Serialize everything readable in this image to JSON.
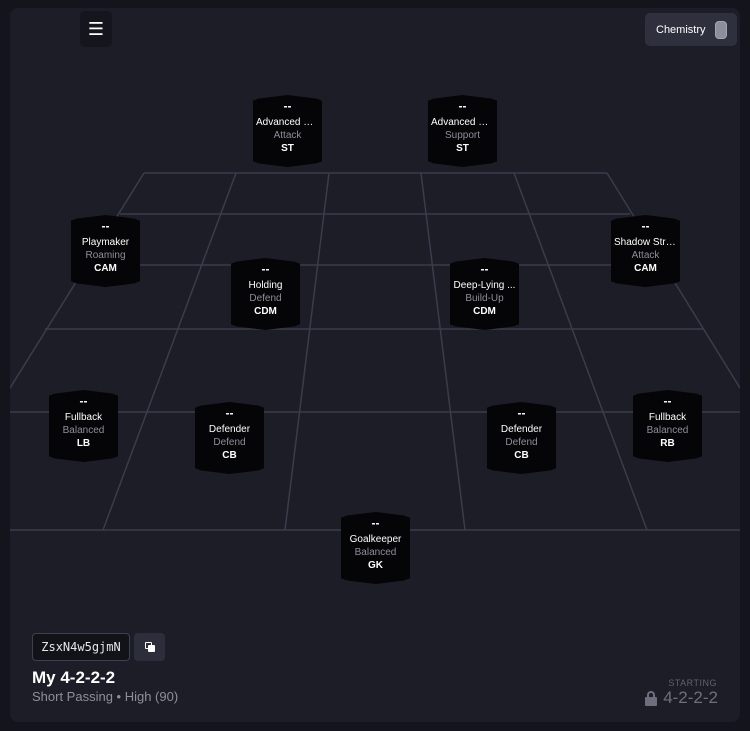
{
  "header": {
    "menu_icon": "hamburger-menu-icon",
    "chemistry_label": "Chemistry",
    "chemistry_toggle_icon": "toggle-switch-icon"
  },
  "players": [
    {
      "rating": "--",
      "role": "Advanced Fo...",
      "duty": "Attack",
      "pos": "ST"
    },
    {
      "rating": "--",
      "role": "Advanced Fo...",
      "duty": "Support",
      "pos": "ST"
    },
    {
      "rating": "--",
      "role": "Playmaker",
      "duty": "Roaming",
      "pos": "CAM"
    },
    {
      "rating": "--",
      "role": "Shadow Strik...",
      "duty": "Attack",
      "pos": "CAM"
    },
    {
      "rating": "--",
      "role": "Holding",
      "duty": "Defend",
      "pos": "CDM"
    },
    {
      "rating": "--",
      "role": "Deep-Lying ...",
      "duty": "Build-Up",
      "pos": "CDM"
    },
    {
      "rating": "--",
      "role": "Fullback",
      "duty": "Balanced",
      "pos": "LB"
    },
    {
      "rating": "--",
      "role": "Defender",
      "duty": "Defend",
      "pos": "CB"
    },
    {
      "rating": "--",
      "role": "Defender",
      "duty": "Defend",
      "pos": "CB"
    },
    {
      "rating": "--",
      "role": "Fullback",
      "duty": "Balanced",
      "pos": "RB"
    },
    {
      "rating": "--",
      "role": "Goalkeeper",
      "duty": "Balanced",
      "pos": "GK"
    }
  ],
  "footer": {
    "share_code": "ZsxN4w5gjmN",
    "copy_icon": "copy-icon",
    "formation_title": "My 4-2-2-2",
    "formation_subtitle": "Short Passing • High (90)",
    "starting_label": "STARTING",
    "starting_formation": "4-2-2-2",
    "lock_icon": "lock-icon"
  },
  "colors": {
    "background": "#1c1d27",
    "card": "#050507",
    "pitch_lines": "#3a3c4c",
    "muted_text": "#8d8f9a"
  }
}
